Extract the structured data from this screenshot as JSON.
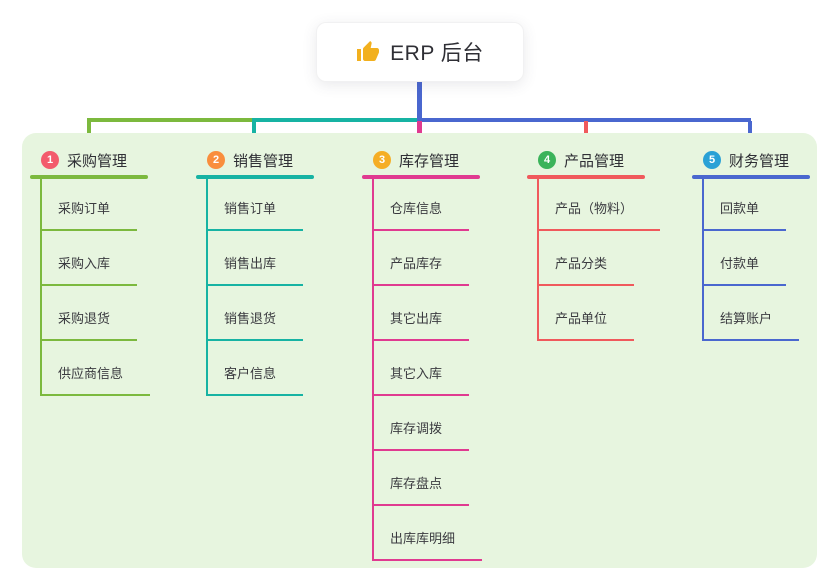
{
  "root": {
    "title": "ERP 后台",
    "icon": "thumbs-up",
    "icon_color": "#f2b01e"
  },
  "colors": {
    "canvas_bg": "#e7f5df",
    "text_dark": "#2f2f35",
    "text_item": "#3b3b40"
  },
  "branches": [
    {
      "num": "1",
      "label": "采购管理",
      "color": "#7cb93e",
      "badge_color": "#f35b6c",
      "items": [
        "采购订单",
        "采购入库",
        "采购退货",
        "供应商信息"
      ]
    },
    {
      "num": "2",
      "label": "销售管理",
      "color": "#17b3a3",
      "badge_color": "#f98e3d",
      "items": [
        "销售订单",
        "销售出库",
        "销售退货",
        "客户信息"
      ]
    },
    {
      "num": "3",
      "label": "库存管理",
      "color": "#e03a90",
      "badge_color": "#f5ae25",
      "items": [
        "仓库信息",
        "产品库存",
        "其它出库",
        "其它入库",
        "库存调拨",
        "库存盘点",
        "出库库明细"
      ]
    },
    {
      "num": "4",
      "label": "产品管理",
      "color": "#f0595c",
      "badge_color": "#3bb35a",
      "items": [
        "产品（物料）",
        "产品分类",
        "产品单位"
      ]
    },
    {
      "num": "5",
      "label": "财务管理",
      "color": "#4a67cf",
      "badge_color": "#2aa1d6",
      "items": [
        "回款单",
        "付款单",
        "结算账户"
      ]
    }
  ]
}
